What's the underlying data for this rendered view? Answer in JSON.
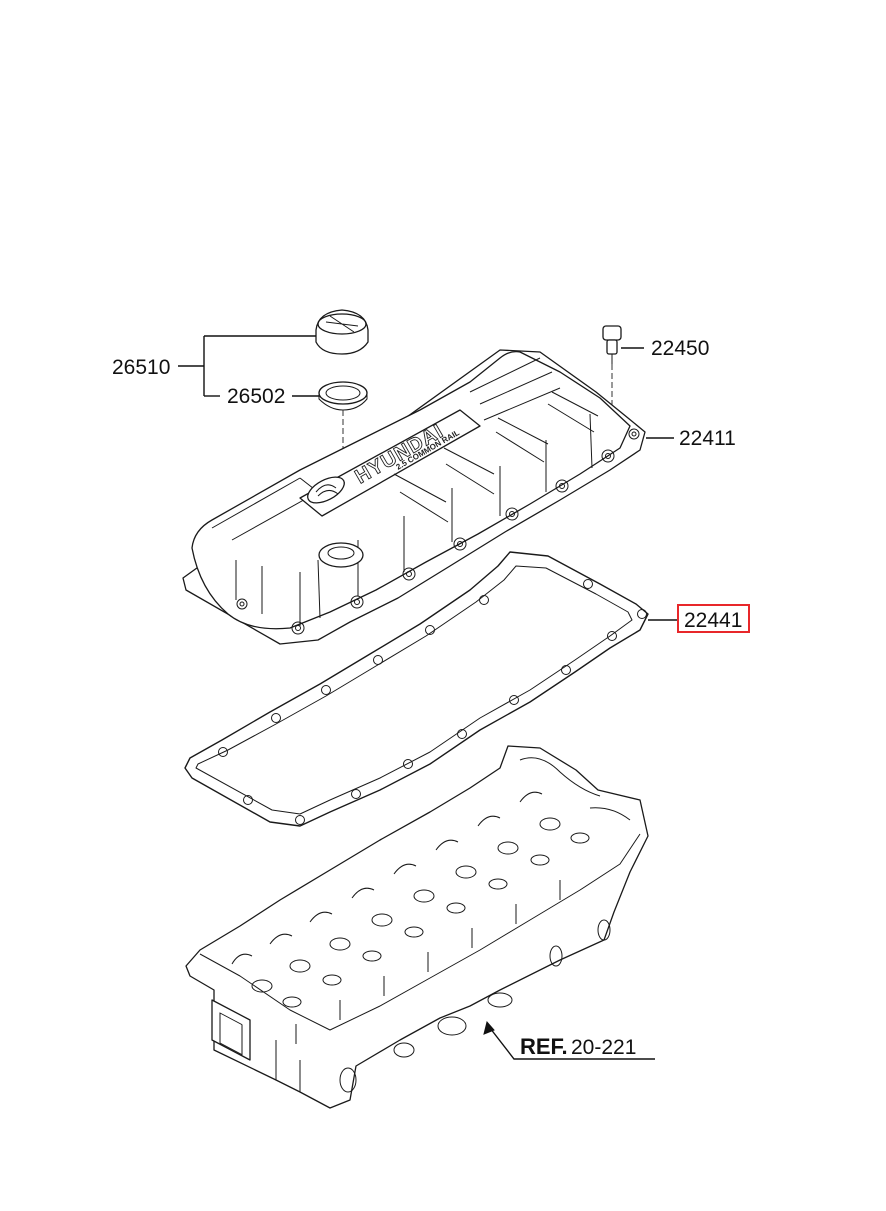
{
  "callouts": {
    "oil_filler_cap_assy": "26510",
    "filler_cap_gasket": "26502",
    "pcv_valve": "22450",
    "rocker_cover": "22411",
    "rocker_cover_gasket": "22441"
  },
  "highlight": {
    "selected_part": "22441",
    "color": "#e8272a"
  },
  "reference": {
    "prefix": "REF.",
    "number": "20-221"
  },
  "cover_embossing": {
    "brand": "HYUNDAI",
    "subtitle": "2.5 COMMON RAIL"
  }
}
